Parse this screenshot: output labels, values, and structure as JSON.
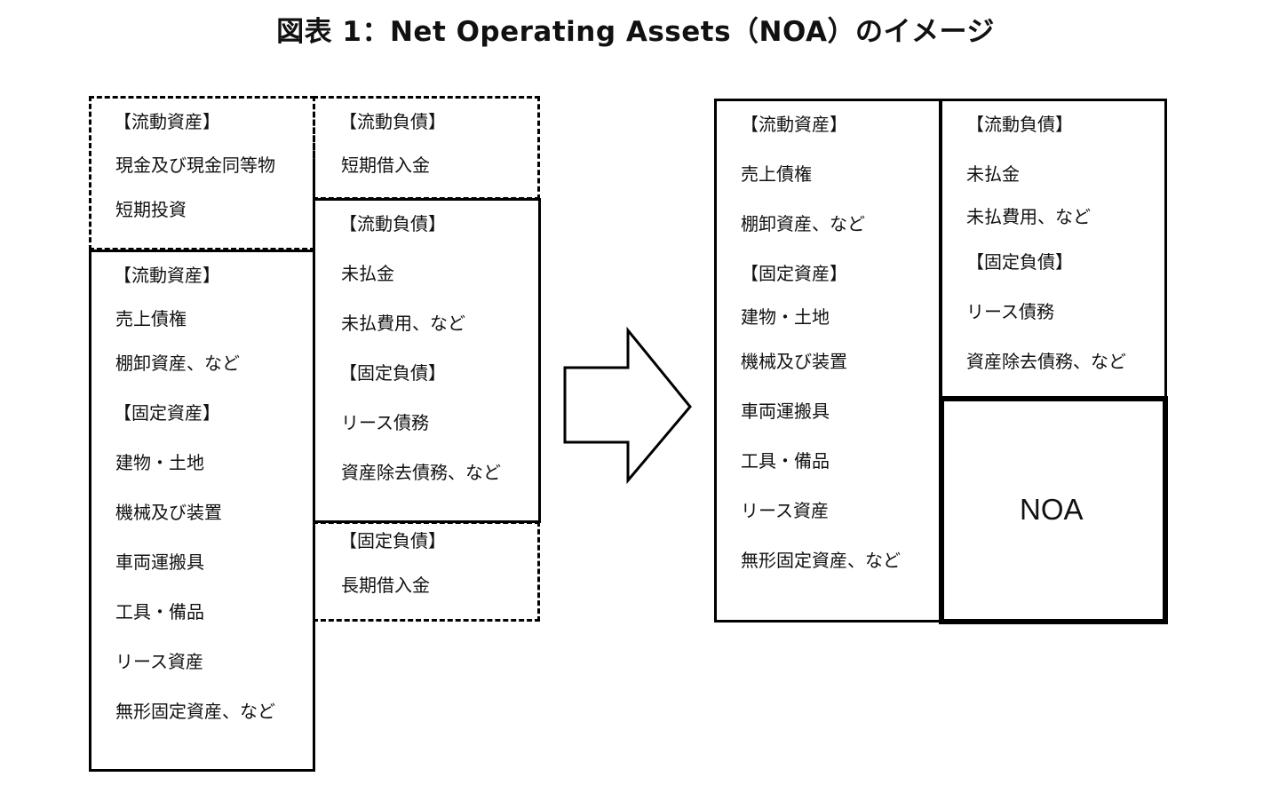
{
  "title": "図表 1：Net Operating Assets（NOA）のイメージ",
  "headings": {
    "current_assets": "【流動資産】",
    "current_liabilities": "【流動負債】",
    "fixed_assets": "【固定資産】",
    "fixed_liabilities": "【固定負債】"
  },
  "left_diagram": {
    "excluded_current_assets": [
      "現金及び現金同等物",
      "短期投資"
    ],
    "excluded_current_liabilities": [
      "短期借入金"
    ],
    "current_assets": [
      "売上債権",
      "棚卸資産、など"
    ],
    "fixed_assets": [
      "建物・土地",
      "機械及び装置",
      "車両運搬具",
      "工具・備品",
      "リース資産",
      "無形固定資産、など"
    ],
    "current_liabilities": [
      "未払金",
      "未払費用、など"
    ],
    "fixed_liabilities": [
      "リース債務",
      "資産除去債務、など"
    ],
    "excluded_fixed_liabilities": [
      "長期借入金"
    ]
  },
  "right_diagram": {
    "current_assets": [
      "売上債権",
      "棚卸資産、など"
    ],
    "fixed_assets": [
      "建物・土地",
      "機械及び装置",
      "車両運搬具",
      "工具・備品",
      "リース資産",
      "無形固定資産、など"
    ],
    "current_liabilities": [
      "未払金",
      "未払費用、など"
    ],
    "fixed_liabilities": [
      "リース債務",
      "資産除去債務、など"
    ],
    "noa_label": "NOA"
  }
}
